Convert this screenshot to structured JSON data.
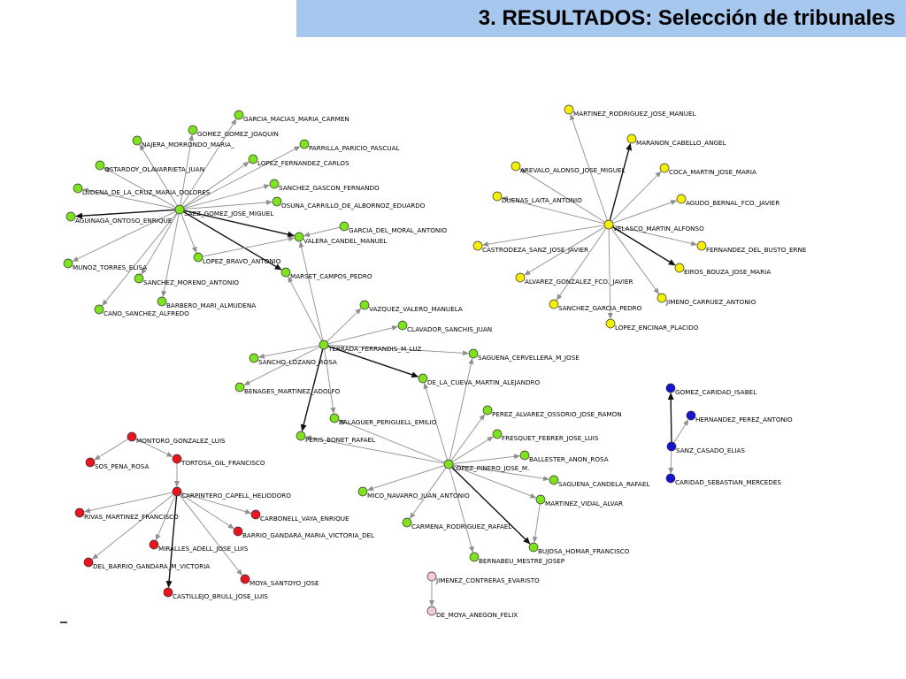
{
  "slide": {
    "title": "3. RESULTADOS: Selección de tribunales"
  },
  "colors": {
    "green": "#7ee21e",
    "yellow": "#f5f000",
    "red": "#e8141e",
    "blue": "#1414d2",
    "pink": "#f6c7de",
    "edge": "#8f8f8f",
    "edge_strong": "#111111"
  },
  "network": {
    "nodes": [
      {
        "id": "garcia_macias",
        "label": "GARCIA_MACIAS_MARIA_CARMEN",
        "group": "green"
      },
      {
        "id": "gomez_gomez",
        "label": "GOMEZ_GOMEZ_JOAQUIN",
        "group": "green"
      },
      {
        "id": "najera",
        "label": "NAJERA_MORRONDO_MARIA_",
        "group": "green"
      },
      {
        "id": "parrilla",
        "label": "PARRILLA_PARICIO_PASCUAL",
        "group": "green"
      },
      {
        "id": "ostardoy",
        "label": "OSTARDOY_OLAVARRIETA_JUAN",
        "group": "green"
      },
      {
        "id": "lopez_fernandez",
        "label": "LOPEZ_FERNANDEZ_CARLOS",
        "group": "green"
      },
      {
        "id": "ludena",
        "label": "LUDENA_DE_LA_CRUZ_MARIA_DOLORES",
        "group": "green"
      },
      {
        "id": "sanchez_gascon",
        "label": "SANCHEZ_GASCON_FERNANDO",
        "group": "green"
      },
      {
        "id": "saez_gomez",
        "label": "SAEZ_GOMEZ_JOSE_MIGUEL",
        "group": "green"
      },
      {
        "id": "osuna",
        "label": "OSUNA_CARRILLO_DE_ALBORNOZ_EDUARDO",
        "group": "green"
      },
      {
        "id": "aguinaga",
        "label": "AGUINAGA_ONTOSO_ENRIQUE",
        "group": "green"
      },
      {
        "id": "garcia_moral",
        "label": "GARCIA_DEL_MORAL_ANTONIO",
        "group": "green"
      },
      {
        "id": "valera",
        "label": "VALERA_CANDEL_MANUEL",
        "group": "green"
      },
      {
        "id": "lopez_bravo",
        "label": "LOPEZ_BRAVO_ANTONIO",
        "group": "green"
      },
      {
        "id": "munoz",
        "label": "MUNOZ_TORRES_ELISA",
        "group": "green"
      },
      {
        "id": "marset",
        "label": "MARSET_CAMPOS_PEDRO",
        "group": "green"
      },
      {
        "id": "sanchez_moreno",
        "label": "SANCHEZ_MORENO_ANTONIO",
        "group": "green"
      },
      {
        "id": "barbero",
        "label": "BARBERO_MARI_ALMUDENA",
        "group": "green"
      },
      {
        "id": "cano",
        "label": "CANO_SANCHEZ_ALFREDO",
        "group": "green"
      },
      {
        "id": "vazquez",
        "label": "VAZQUEZ_VALERO_MANUELA",
        "group": "green"
      },
      {
        "id": "clavador",
        "label": "CLAVADOR_SANCHIS_JUAN",
        "group": "green"
      },
      {
        "id": "terrada",
        "label": "TERRADA_FERRANDIS_M_LUZ",
        "group": "green"
      },
      {
        "id": "saguena_cerv",
        "label": "SAGUENA_CERVELLERA_M_JOSE",
        "group": "green"
      },
      {
        "id": "sancho",
        "label": "SANCHO_LOZANO_ROSA",
        "group": "green"
      },
      {
        "id": "cueva",
        "label": "DE_LA_CUEVA_MARTIN_ALEJANDRO",
        "group": "green"
      },
      {
        "id": "benages",
        "label": "BENAGES_MARTINEZ_ADOLFO",
        "group": "green"
      },
      {
        "id": "perez_alvarez",
        "label": "PEREZ_ALVAREZ_OSSORIO_JOSE_RAMON",
        "group": "green"
      },
      {
        "id": "balaguer",
        "label": "BALAGUER_PERIGUELL_EMILIO",
        "group": "green"
      },
      {
        "id": "peris",
        "label": "PERIS_BONET_RAFAEL",
        "group": "green"
      },
      {
        "id": "fresquet",
        "label": "FRESQUET_FEBRER_JOSE_LUIS",
        "group": "green"
      },
      {
        "id": "ballester",
        "label": "BALLESTER_ANON_ROSA",
        "group": "green"
      },
      {
        "id": "lopez_pinero",
        "label": "LOPEZ_PINERO_JOSE_M.",
        "group": "green"
      },
      {
        "id": "saguena_cand",
        "label": "SAGUENA_CANDELA_RAFAEL",
        "group": "green"
      },
      {
        "id": "mico",
        "label": "MICO_NAVARRO_JUAN_ANTONIO",
        "group": "green"
      },
      {
        "id": "martinez_vidal",
        "label": "MARTINEZ_VIDAL_ALVAR",
        "group": "green"
      },
      {
        "id": "carmena",
        "label": "CARMENA_RODRIGUEZ_RAFAEL",
        "group": "green"
      },
      {
        "id": "bujosa",
        "label": "BUJOSA_HOMAR_FRANCISCO",
        "group": "green"
      },
      {
        "id": "bernabeu",
        "label": "BERNABEU_MESTRE_JOSEP",
        "group": "green"
      },
      {
        "id": "martinez_rodriguez",
        "label": "MARTINEZ_RODRIGUEZ_JOSE_MANUEL",
        "group": "yellow"
      },
      {
        "id": "maranon",
        "label": "MARANON_CABELLO_ANGEL",
        "group": "yellow"
      },
      {
        "id": "arevalo",
        "label": "AREVALO_ALONSO_JOSE_MIGUEL",
        "group": "yellow"
      },
      {
        "id": "coca",
        "label": "COCA_MARTIN_JOSE_MARIA",
        "group": "yellow"
      },
      {
        "id": "duenas",
        "label": "DUENAS_LAITA_ANTONIO",
        "group": "yellow"
      },
      {
        "id": "agudo",
        "label": "AGUDO_BERNAL_FCO._JAVIER",
        "group": "yellow"
      },
      {
        "id": "velasco",
        "label": "VELASCO_MARTIN_ALFONSO",
        "group": "yellow"
      },
      {
        "id": "castrodeza",
        "label": "CASTRODEZA_SANZ_JOSE_JAVIER",
        "group": "yellow"
      },
      {
        "id": "fernandez_busto",
        "label": "FERNANDEZ_DEL_BUSTO_ERNE",
        "group": "yellow"
      },
      {
        "id": "eiros",
        "label": "EIROS_BOUZA_JOSE_MARIA",
        "group": "yellow"
      },
      {
        "id": "alvarez_gonzalez",
        "label": "ALVAREZ_GONZALEZ_FCO._JAVIER",
        "group": "yellow"
      },
      {
        "id": "jimeno",
        "label": "JIMENO_CARRUEZ_ANTONIO",
        "group": "yellow"
      },
      {
        "id": "sanchez_garcia",
        "label": "SANCHEZ_GARCIA_PEDRO",
        "group": "yellow"
      },
      {
        "id": "lopez_encinar",
        "label": "LOPEZ_ENCINAR_PLACIDO",
        "group": "yellow"
      },
      {
        "id": "gomez_caridad",
        "label": "GOMEZ_CARIDAD_ISABEL",
        "group": "blue"
      },
      {
        "id": "hernandez_perez",
        "label": "HERNANDEZ_PEREZ_ANTONIO",
        "group": "blue"
      },
      {
        "id": "sanz_casado",
        "label": "SANZ_CASADO_ELIAS",
        "group": "blue"
      },
      {
        "id": "caridad_sebastian",
        "label": "CARIDAD_SEBASTIAN_MERCEDES",
        "group": "blue"
      },
      {
        "id": "montoro",
        "label": "MONTORO_GONZALEZ_LUIS",
        "group": "red"
      },
      {
        "id": "sos_pena",
        "label": "SOS_PENA_ROSA",
        "group": "red"
      },
      {
        "id": "tortosa",
        "label": "TORTOSA_GIL_FRANCISCO",
        "group": "red"
      },
      {
        "id": "carpintero",
        "label": "CARPINTERO_CAPELL_HELIODORO",
        "group": "red"
      },
      {
        "id": "rivas",
        "label": "RIVAS_MARTINEZ_FRANCISCO",
        "group": "red"
      },
      {
        "id": "carbonell",
        "label": "CARBONELL_VAYA_ENRIQUE",
        "group": "red"
      },
      {
        "id": "barrio_gandara_mv",
        "label": "BARRIO_GANDARA_MARIA_VICTORIA_DEL",
        "group": "red"
      },
      {
        "id": "miralles",
        "label": "MIRALLES_ADELL_JOSE_LUIS",
        "group": "red"
      },
      {
        "id": "del_barrio",
        "label": "DEL_BARRIO_GANDARA_M_VICTORIA",
        "group": "red"
      },
      {
        "id": "moya",
        "label": "MOYA_SANTOYO_JOSE",
        "group": "red"
      },
      {
        "id": "castillejo",
        "label": "CASTILLEJO_BRULL_JOSE_LUIS",
        "group": "red"
      },
      {
        "id": "jimenez_contreras",
        "label": "JIMENEZ_CONTRERAS_EVARISTO",
        "group": "pink"
      },
      {
        "id": "de_moya",
        "label": "DE_MOYA_ANEGON_FELIX",
        "group": "pink"
      }
    ],
    "edges": [
      [
        "saez_gomez",
        "garcia_macias",
        0
      ],
      [
        "saez_gomez",
        "gomez_gomez",
        0
      ],
      [
        "saez_gomez",
        "najera",
        0
      ],
      [
        "saez_gomez",
        "parrilla",
        0
      ],
      [
        "saez_gomez",
        "ostardoy",
        0
      ],
      [
        "saez_gomez",
        "lopez_fernandez",
        0
      ],
      [
        "saez_gomez",
        "ludena",
        0
      ],
      [
        "saez_gomez",
        "sanchez_gascon",
        0
      ],
      [
        "saez_gomez",
        "osuna",
        0
      ],
      [
        "saez_gomez",
        "aguinaga",
        1
      ],
      [
        "saez_gomez",
        "valera",
        1
      ],
      [
        "saez_gomez",
        "lopez_bravo",
        0
      ],
      [
        "saez_gomez",
        "munoz",
        0
      ],
      [
        "saez_gomez",
        "marset",
        1
      ],
      [
        "saez_gomez",
        "sanchez_moreno",
        0
      ],
      [
        "saez_gomez",
        "barbero",
        0
      ],
      [
        "saez_gomez",
        "cano",
        0
      ],
      [
        "garcia_moral",
        "valera",
        0
      ],
      [
        "lopez_bravo",
        "valera",
        0
      ],
      [
        "terrada",
        "valera",
        0
      ],
      [
        "terrada",
        "marset",
        0
      ],
      [
        "terrada",
        "vazquez",
        0
      ],
      [
        "terrada",
        "clavador",
        0
      ],
      [
        "terrada",
        "saguena_cerv",
        0
      ],
      [
        "terrada",
        "sancho",
        0
      ],
      [
        "terrada",
        "cueva",
        1
      ],
      [
        "terrada",
        "benages",
        0
      ],
      [
        "terrada",
        "balaguer",
        0
      ],
      [
        "terrada",
        "peris",
        1
      ],
      [
        "lopez_pinero",
        "saguena_cerv",
        0
      ],
      [
        "lopez_pinero",
        "cueva",
        0
      ],
      [
        "lopez_pinero",
        "perez_alvarez",
        0
      ],
      [
        "lopez_pinero",
        "balaguer",
        0
      ],
      [
        "lopez_pinero",
        "peris",
        0
      ],
      [
        "lopez_pinero",
        "fresquet",
        0
      ],
      [
        "lopez_pinero",
        "ballester",
        0
      ],
      [
        "lopez_pinero",
        "saguena_cand",
        0
      ],
      [
        "lopez_pinero",
        "mico",
        0
      ],
      [
        "lopez_pinero",
        "martinez_vidal",
        0
      ],
      [
        "lopez_pinero",
        "carmena",
        0
      ],
      [
        "lopez_pinero",
        "bujosa",
        1
      ],
      [
        "lopez_pinero",
        "bernabeu",
        0
      ],
      [
        "martinez_vidal",
        "bujosa",
        0
      ],
      [
        "velasco",
        "martinez_rodriguez",
        0
      ],
      [
        "velasco",
        "maranon",
        1
      ],
      [
        "velasco",
        "arevalo",
        0
      ],
      [
        "velasco",
        "coca",
        0
      ],
      [
        "velasco",
        "duenas",
        0
      ],
      [
        "velasco",
        "agudo",
        0
      ],
      [
        "velasco",
        "castrodeza",
        0
      ],
      [
        "velasco",
        "fernandez_busto",
        0
      ],
      [
        "velasco",
        "eiros",
        1
      ],
      [
        "velasco",
        "alvarez_gonzalez",
        0
      ],
      [
        "velasco",
        "jimeno",
        0
      ],
      [
        "velasco",
        "sanchez_garcia",
        0
      ],
      [
        "velasco",
        "lopez_encinar",
        0
      ],
      [
        "sanz_casado",
        "gomez_caridad",
        1
      ],
      [
        "sanz_casado",
        "hernandez_perez",
        0
      ],
      [
        "sanz_casado",
        "caridad_sebastian",
        0
      ],
      [
        "montoro",
        "sos_pena",
        0
      ],
      [
        "montoro",
        "tortosa",
        0
      ],
      [
        "tortosa",
        "carpintero",
        0
      ],
      [
        "carpintero",
        "rivas",
        0
      ],
      [
        "carpintero",
        "carbonell",
        0
      ],
      [
        "carpintero",
        "barrio_gandara_mv",
        0
      ],
      [
        "carpintero",
        "miralles",
        0
      ],
      [
        "carpintero",
        "del_barrio",
        0
      ],
      [
        "carpintero",
        "moya",
        0
      ],
      [
        "carpintero",
        "castillejo",
        1
      ],
      [
        "jimenez_contreras",
        "de_moya",
        0
      ]
    ]
  }
}
